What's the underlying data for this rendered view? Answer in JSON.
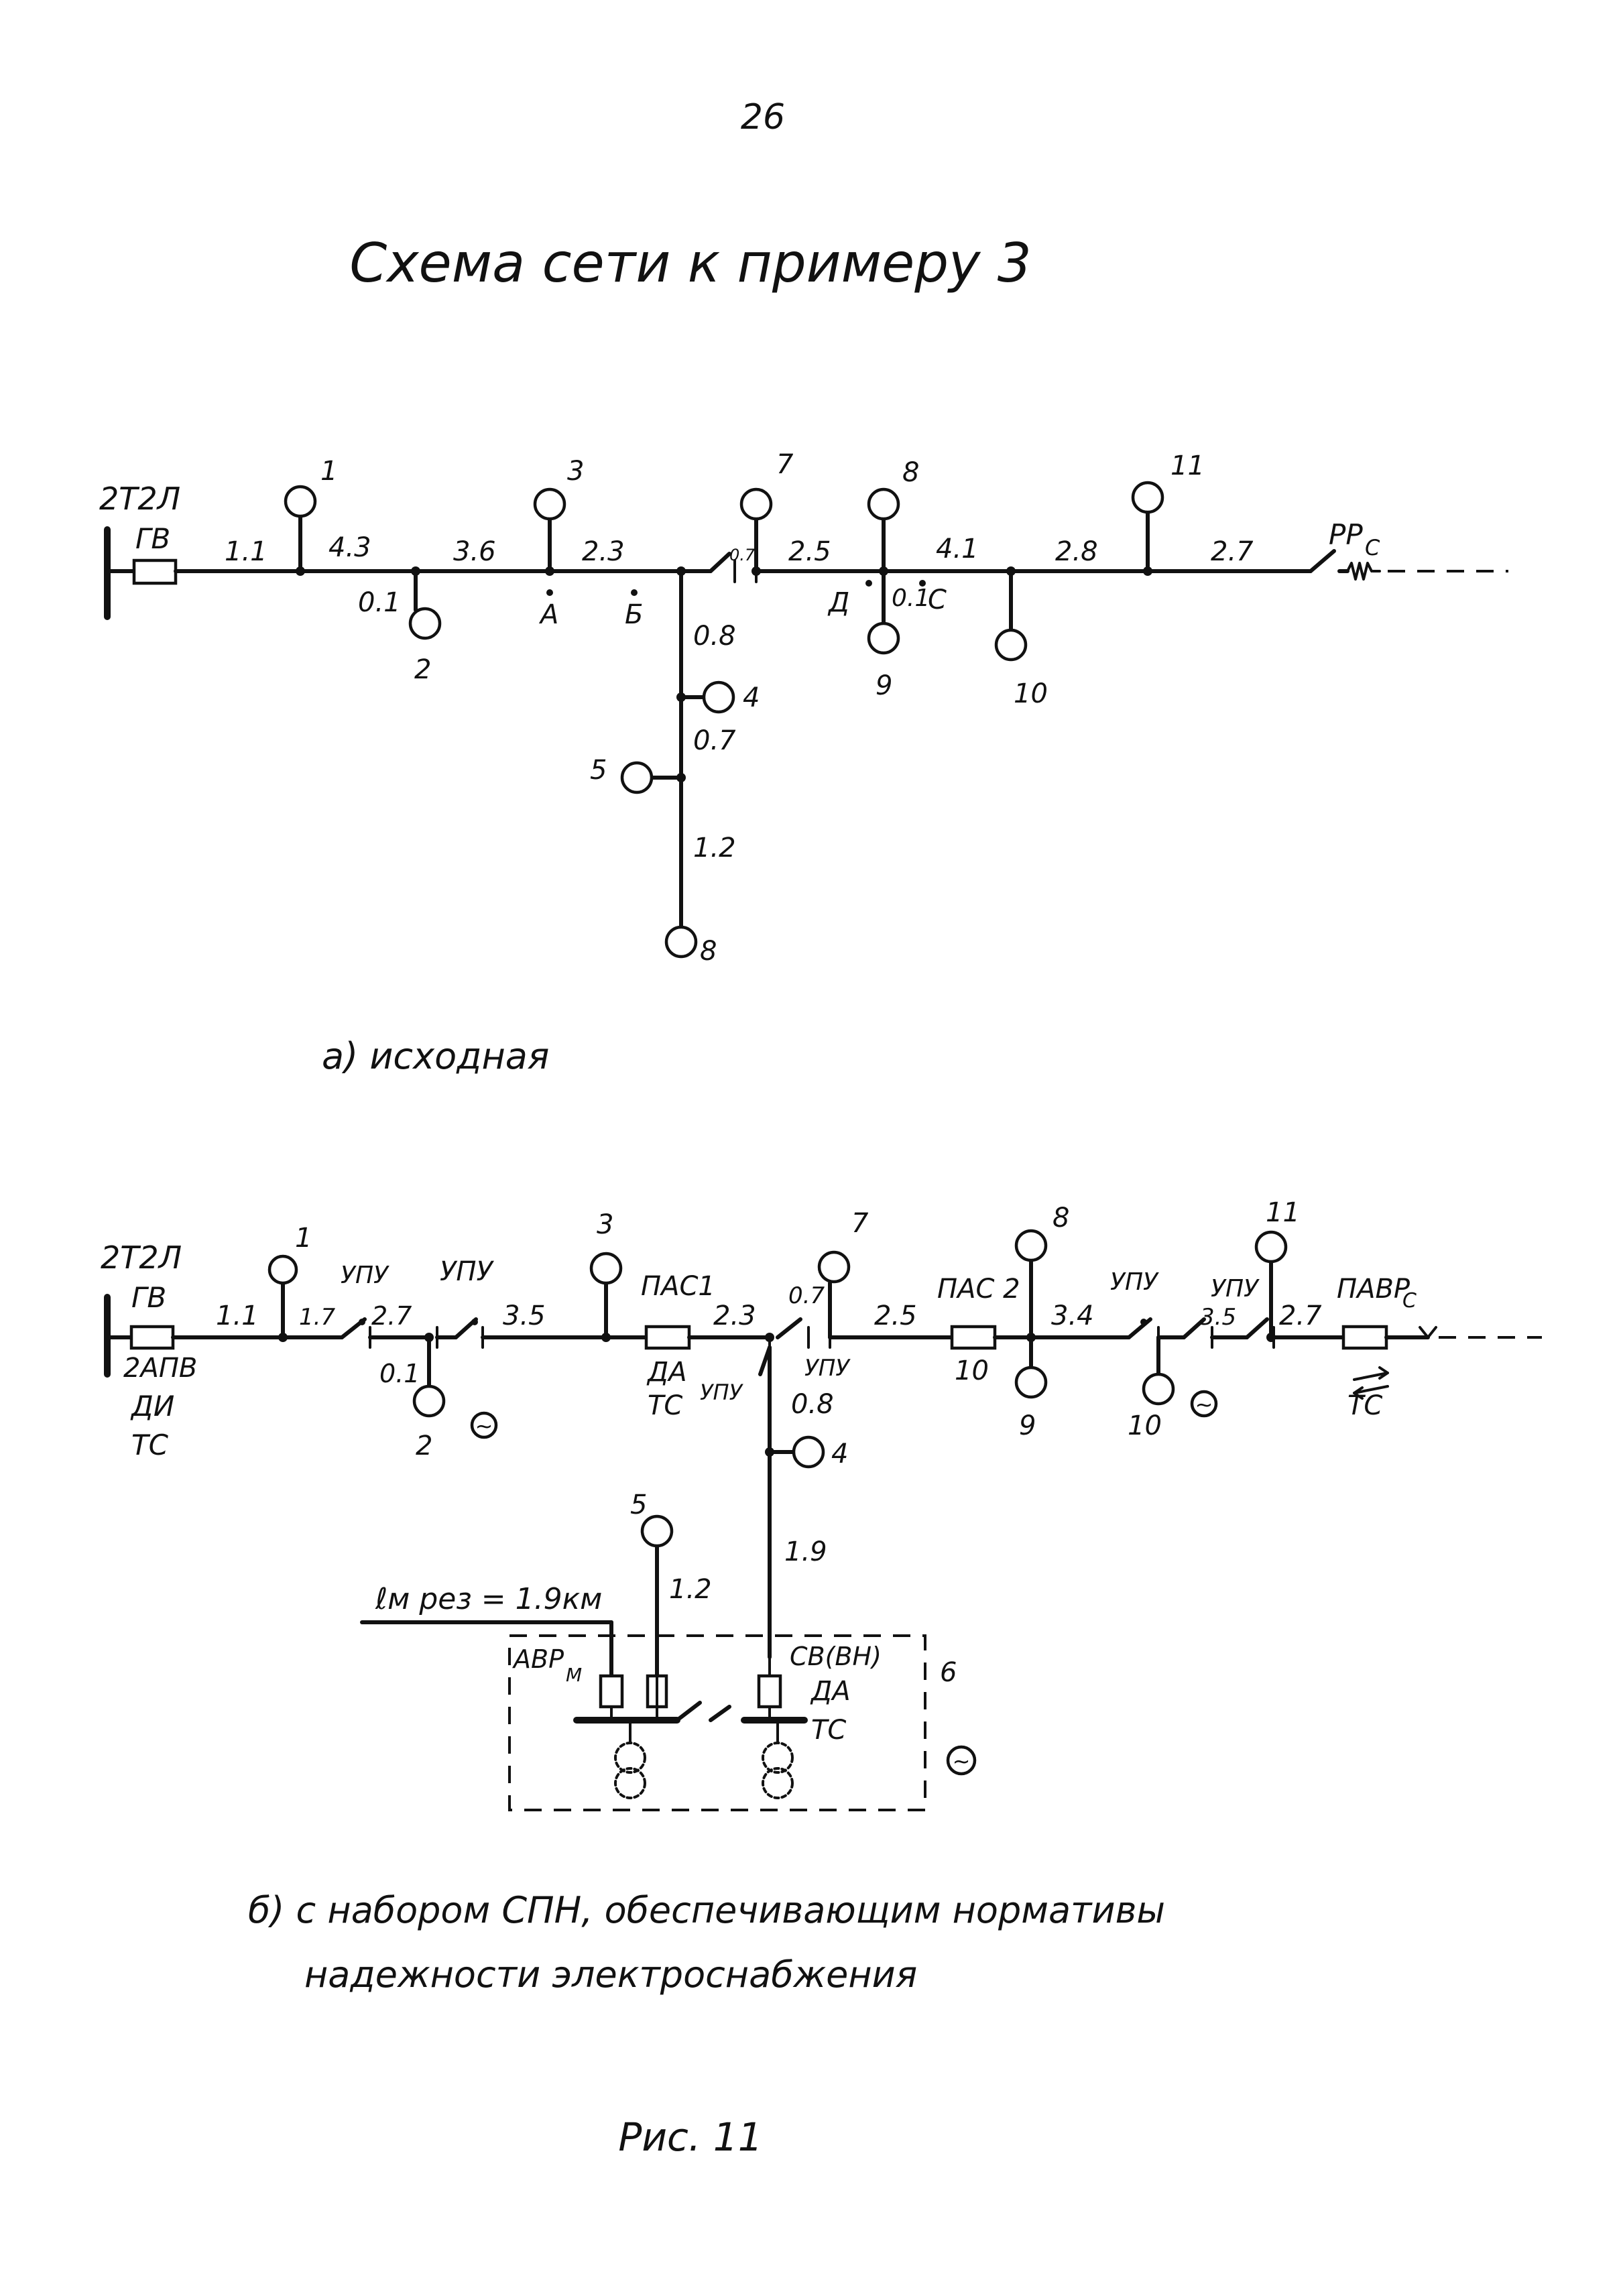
{
  "page_number": "26",
  "title": "Схема сети к примеру 3",
  "figure_caption": "Рис. 11",
  "scheme_a": {
    "caption": "а) исходная",
    "source_labels": [
      "2Т2Л",
      "ГВ"
    ],
    "end_device": "РР",
    "end_device_sub": "С",
    "segments": [
      "1.1",
      "4.3",
      "3.6",
      "2.3",
      "0.7",
      "2.5",
      "4.1",
      "2.8",
      "2.7",
      "0.1",
      "0.8",
      "0.7",
      "1.2",
      "0.1"
    ],
    "loads": [
      "1",
      "2",
      "3",
      "4",
      "5",
      "7",
      "8",
      "9",
      "10",
      "11",
      "8"
    ],
    "points": [
      "А",
      "Б",
      "Д",
      "С"
    ]
  },
  "scheme_b": {
    "caption_line1": "б) с набором СПН, обеспечивающим нормативы",
    "caption_line2": "надежности электроснабжения",
    "source_labels": [
      "2Т2Л",
      "ГВ",
      "2АПВ",
      "ДИ",
      "ТС"
    ],
    "segments": [
      "1.1",
      "1.7",
      "2.7",
      "3.5",
      "2.3",
      "0.7",
      "2.5",
      "3.4",
      "3.5",
      "2.7",
      "0.1",
      "0.8",
      "1.9",
      "1.2"
    ],
    "loads": [
      "1",
      "2",
      "3",
      "4",
      "5",
      "7",
      "8",
      "9",
      "10",
      "11",
      "6"
    ],
    "devices": [
      "УПУ",
      "УПУ",
      "ПАС1",
      "ДА",
      "ТС",
      "УПУ",
      "УПУ",
      "ПАС 2",
      "10",
      "УПУ",
      "УПУ",
      "ПАВР",
      "ТС",
      "АВР",
      "СВ(ВН)",
      "ДА",
      "ТС"
    ],
    "device_sub": [
      "С",
      "М"
    ],
    "reserve_length": "ℓм рез = 1.9км",
    "generator_symbol": "~"
  }
}
